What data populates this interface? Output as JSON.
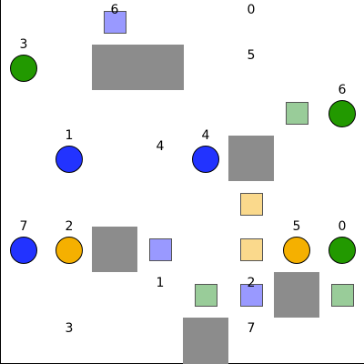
{
  "colors": {
    "blue": "#2233ff",
    "orange": "#f5b000",
    "green": "#229900",
    "light_blue": "#9999ff",
    "light_green": "#99cc99",
    "light_orange": "#fad98c",
    "gray": "#8c8c8c"
  },
  "circles": [
    {
      "color": "green"
    },
    {
      "color": "blue"
    },
    {
      "color": "blue"
    },
    {
      "color": "green"
    },
    {
      "color": "blue"
    },
    {
      "color": "orange"
    },
    {
      "color": "orange"
    },
    {
      "color": "green"
    }
  ],
  "squares": [
    {
      "color": "light_blue"
    },
    {
      "color": "light_green"
    },
    {
      "color": "light_orange"
    },
    {
      "color": "light_blue"
    },
    {
      "color": "light_orange"
    },
    {
      "color": "light_green"
    },
    {
      "color": "light_blue"
    },
    {
      "color": "light_green"
    }
  ],
  "blocks": [
    {
      "color": "gray"
    },
    {
      "color": "gray"
    },
    {
      "color": "gray"
    },
    {
      "color": "gray"
    },
    {
      "color": "gray"
    }
  ],
  "labels": [
    "6",
    "0",
    "3",
    "5",
    "6",
    "1",
    "4",
    "4",
    "7",
    "2",
    "5",
    "0",
    "1",
    "2",
    "3",
    "7"
  ]
}
